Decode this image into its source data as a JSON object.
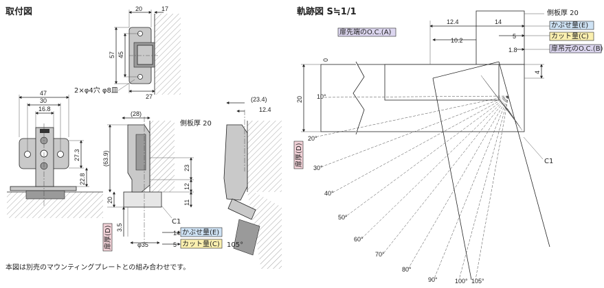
{
  "titles": {
    "mount": "取付図",
    "trajectory": "軌跡図 S≒1/1"
  },
  "note": "本図は別売のマウンティングプレートとの組み合わせです。",
  "mount_top": {
    "w20": "20",
    "w17": "17",
    "h57": "57",
    "h45": "45",
    "w27": "27",
    "hole": "2×φ4穴 φ8皿"
  },
  "front_view": {
    "w47": "47",
    "w30": "30",
    "w16_8": "16.8",
    "h27_3": "27.3",
    "h22_8": "22.8"
  },
  "side_view": {
    "w28": "(28)",
    "h63_9": "(63.9)",
    "panel": "側板厚 20",
    "h23": "23",
    "h12": "12",
    "h20": "20",
    "h11": "11",
    "h3_5": "3.5",
    "c1": "C1",
    "phi35": "φ35",
    "v5": "5",
    "v14": "14",
    "cover": "かぶせ量(E)",
    "cut": "カット量(C)",
    "door": "扉厚(D)"
  },
  "open_view": {
    "w23_4": "(23.4)",
    "w12_4": "12.4",
    "angle": "105°"
  },
  "trajectory": {
    "panel": "側板厚 20",
    "d12_4": "12.4",
    "d14": "14",
    "d10_2": "10.2",
    "d5": "5",
    "d1_8": "1.8",
    "d20": "20",
    "d4": "4",
    "d0": "0",
    "d10": "10",
    "c1": "C1",
    "oc_a": "扉先端のO.C.(A)",
    "cover": "かぶせ量(E)",
    "cut": "カット量(C)",
    "oc_b": "扉吊元のO.C.(B)",
    "door": "扉厚(D)",
    "angles": [
      "10°",
      "20°",
      "30°",
      "40°",
      "50°",
      "60°",
      "70°",
      "80°",
      "90°",
      "100°",
      "105°"
    ]
  },
  "colors": {
    "blue": "#cfe3f5",
    "yellow": "#fbf0b0",
    "purple": "#dcd6ef",
    "pink": "#f2d2d8"
  }
}
